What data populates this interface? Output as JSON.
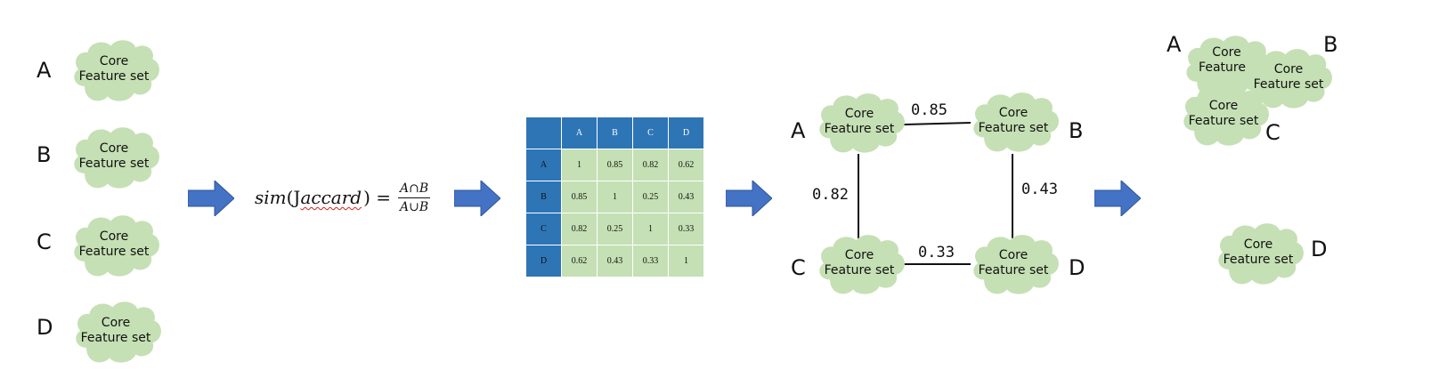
{
  "colors": {
    "cloud_fill": "#c5e0b4",
    "arrow_fill": "#4472c4",
    "table_header": "#2e75b6",
    "table_cell": "#c5e0b4"
  },
  "cloud_text": {
    "line1": "Core",
    "line2": "Feature set"
  },
  "inputs": [
    {
      "letter": "A"
    },
    {
      "letter": "B"
    },
    {
      "letter": "C"
    },
    {
      "letter": "D"
    }
  ],
  "formula": {
    "sim": "sim",
    "open": "(J",
    "word": "accard",
    "close": ") =",
    "numerator": "A∩B",
    "denominator": "A∪B"
  },
  "matrix": {
    "headers": [
      "A",
      "B",
      "C",
      "D"
    ],
    "rows": [
      {
        "label": "A",
        "values": [
          "1",
          "0.85",
          "0.82",
          "0.62"
        ]
      },
      {
        "label": "B",
        "values": [
          "0.85",
          "1",
          "0.25",
          "0.43"
        ]
      },
      {
        "label": "C",
        "values": [
          "0.82",
          "0.25",
          "1",
          "0.33"
        ]
      },
      {
        "label": "D",
        "values": [
          "0.62",
          "0.43",
          "0.33",
          "1"
        ]
      }
    ]
  },
  "graph": {
    "nodes": [
      {
        "letter": "A"
      },
      {
        "letter": "B"
      },
      {
        "letter": "C"
      },
      {
        "letter": "D"
      }
    ],
    "edges": [
      {
        "from": "A",
        "to": "B",
        "weight": "0.85"
      },
      {
        "from": "A",
        "to": "C",
        "weight": "0.82"
      },
      {
        "from": "B",
        "to": "D",
        "weight": "0.43"
      },
      {
        "from": "C",
        "to": "D",
        "weight": "0.33"
      }
    ]
  },
  "clusters": {
    "merged": {
      "letters": [
        "A",
        "B",
        "C"
      ],
      "text_a_line1": "Core",
      "text_a_line2": "Feature",
      "text_b_line1": "Core",
      "text_b_line2": "Feature set",
      "text_c_line1": "Core",
      "text_c_line2": "Feature set"
    },
    "single": {
      "letter": "D"
    }
  }
}
